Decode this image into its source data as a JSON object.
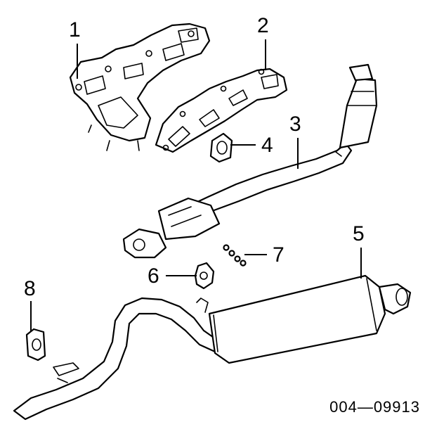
{
  "callouts": [
    {
      "id": "1",
      "label": "1"
    },
    {
      "id": "2",
      "label": "2"
    },
    {
      "id": "3",
      "label": "3"
    },
    {
      "id": "4",
      "label": "4"
    },
    {
      "id": "5",
      "label": "5"
    },
    {
      "id": "6",
      "label": "6"
    },
    {
      "id": "7",
      "label": "7"
    },
    {
      "id": "8",
      "label": "8"
    }
  ],
  "catalog_number": "004—09913"
}
